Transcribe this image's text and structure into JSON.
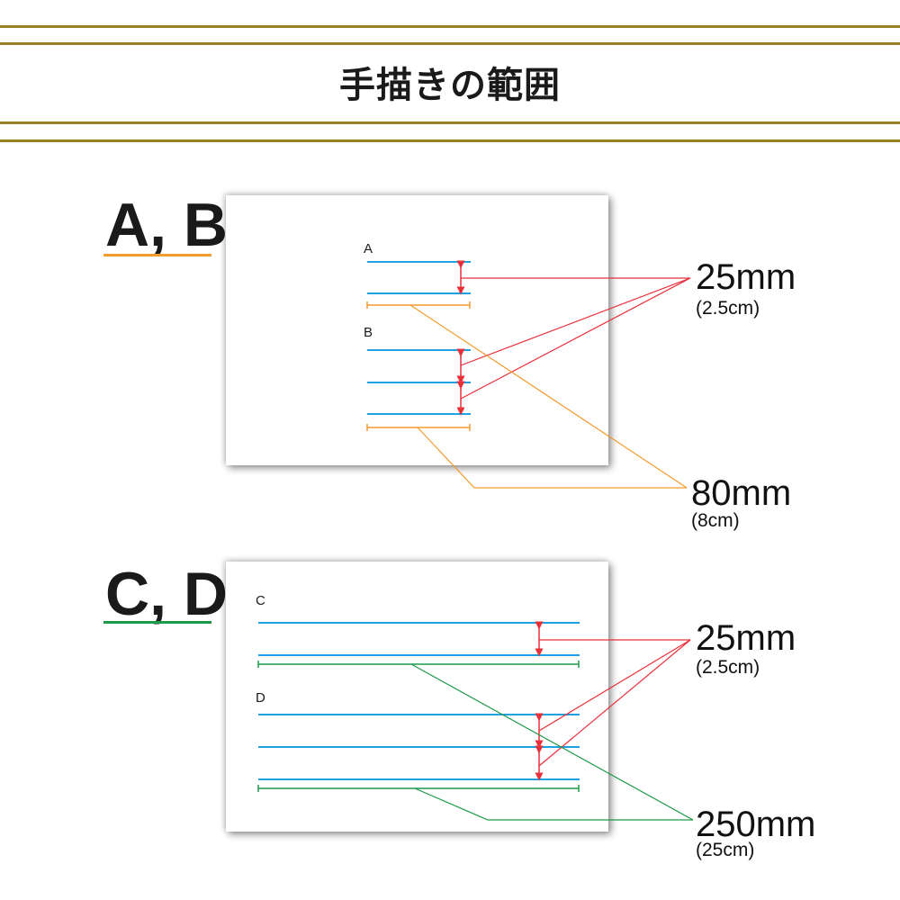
{
  "header": {
    "title": "手描きの範囲",
    "rule_color": "#978227"
  },
  "colors": {
    "guide_line": "#1fa0e0",
    "dimension_arrow": "#e8303a",
    "width_ab": "#f29b2f",
    "width_cd": "#1e9a4a",
    "text": "#1a1a1a"
  },
  "sections": [
    {
      "id": "ab",
      "label": "A, B",
      "underline_color": "#f29b2f",
      "examples": [
        {
          "label": "A",
          "line_count": 2
        },
        {
          "label": "B",
          "line_count": 3
        }
      ],
      "spacing": {
        "value": "25mm",
        "sub": "(2.5cm)"
      },
      "width": {
        "value": "80mm",
        "sub": "(8cm)"
      }
    },
    {
      "id": "cd",
      "label": "C, D",
      "underline_color": "#1e9a4a",
      "examples": [
        {
          "label": "C",
          "line_count": 2
        },
        {
          "label": "D",
          "line_count": 3
        }
      ],
      "spacing": {
        "value": "25mm",
        "sub": "(2.5cm)"
      },
      "width": {
        "value": "250mm",
        "sub": "(25cm)"
      }
    }
  ]
}
